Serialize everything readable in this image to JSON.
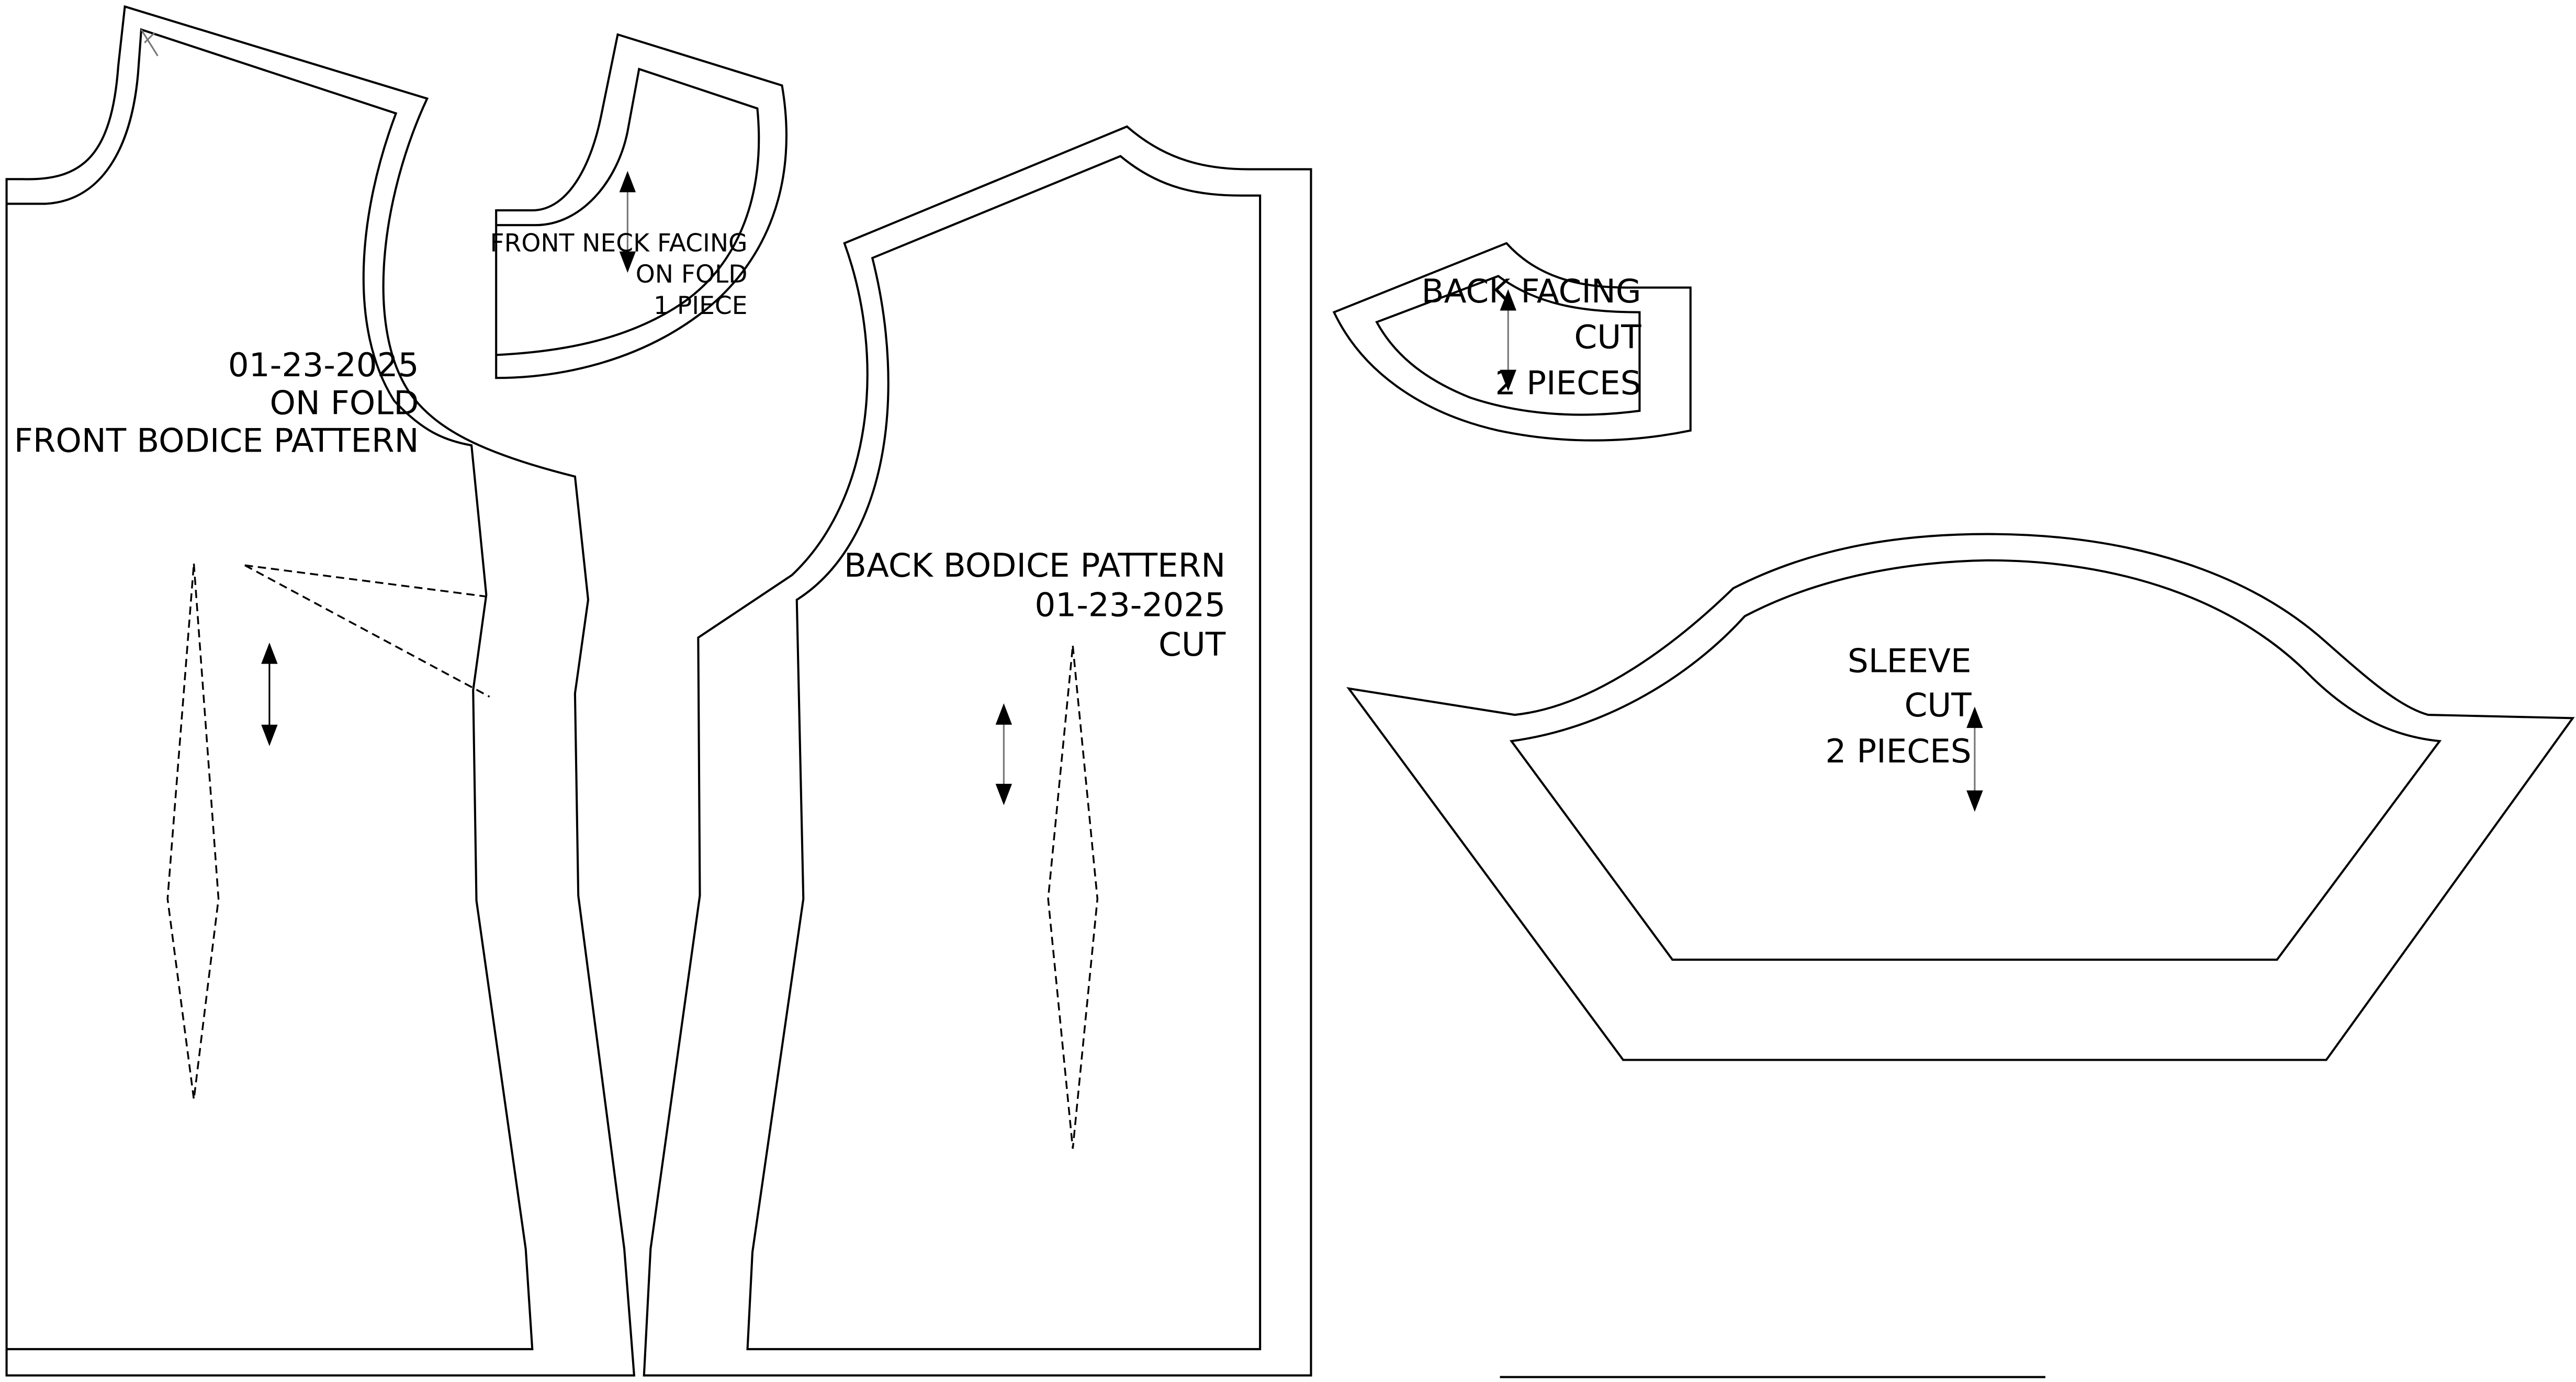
{
  "pieces": {
    "front_bodice": {
      "date": "01-23-2025",
      "placement": "ON FOLD",
      "name": "FRONT BODICE PATTERN"
    },
    "front_neck_facing": {
      "name": "FRONT NECK FACING",
      "placement": "ON FOLD",
      "quantity": "1 PIECE"
    },
    "back_bodice": {
      "name": "BACK BODICE PATTERN",
      "date": "01-23-2025",
      "instruction": "CUT"
    },
    "back_facing": {
      "name": "BACK FACING",
      "instruction": "CUT",
      "quantity": "2 PIECES"
    },
    "sleeve": {
      "name": "SLEEVE",
      "instruction": "CUT",
      "quantity": "2 PIECES"
    }
  }
}
